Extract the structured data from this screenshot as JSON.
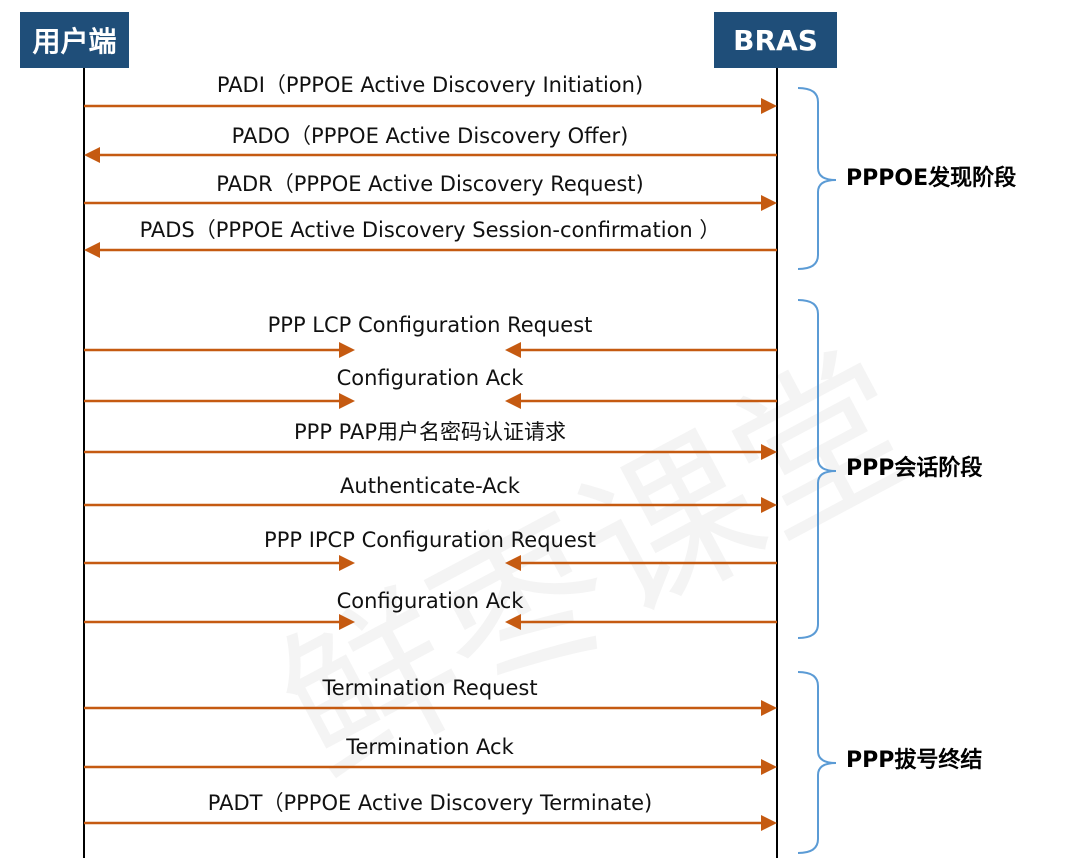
{
  "actors": {
    "client": "用户端",
    "bras": "BRAS"
  },
  "watermark": "鲜枣课堂",
  "colors": {
    "actor_box": "#1f4e79",
    "arrow": "#c55a11",
    "brace": "#5b9bd5",
    "lifeline": "#000000"
  },
  "messages": [
    {
      "label": "PADI（PPPOE Active Discovery Initiation)",
      "type": "to-bras"
    },
    {
      "label": "PADO（PPPOE Active Discovery Offer)",
      "type": "to-client"
    },
    {
      "label": "PADR（PPPOE Active Discovery Request)",
      "type": "to-bras"
    },
    {
      "label": "PADS（PPPOE Active Discovery Session-confirmation ）",
      "type": "to-client"
    },
    {
      "label": "PPP LCP Configuration Request",
      "type": "bidirectional"
    },
    {
      "label": "Configuration Ack",
      "type": "bidirectional"
    },
    {
      "label": "PPP PAP用户名密码认证请求",
      "type": "to-bras"
    },
    {
      "label": "Authenticate-Ack",
      "type": "to-bras"
    },
    {
      "label": "PPP IPCP Configuration Request",
      "type": "bidirectional"
    },
    {
      "label": "Configuration Ack",
      "type": "bidirectional"
    },
    {
      "label": "Termination Request",
      "type": "to-bras"
    },
    {
      "label": "Termination Ack",
      "type": "to-bras"
    },
    {
      "label": "PADT（PPPOE Active Discovery Terminate)",
      "type": "to-bras"
    }
  ],
  "phases": [
    {
      "label": "PPPOE发现阶段",
      "first_message": 0,
      "last_message": 3
    },
    {
      "label": "PPP会话阶段",
      "first_message": 4,
      "last_message": 9
    },
    {
      "label": "PPP拔号终结",
      "first_message": 10,
      "last_message": 12
    }
  ]
}
